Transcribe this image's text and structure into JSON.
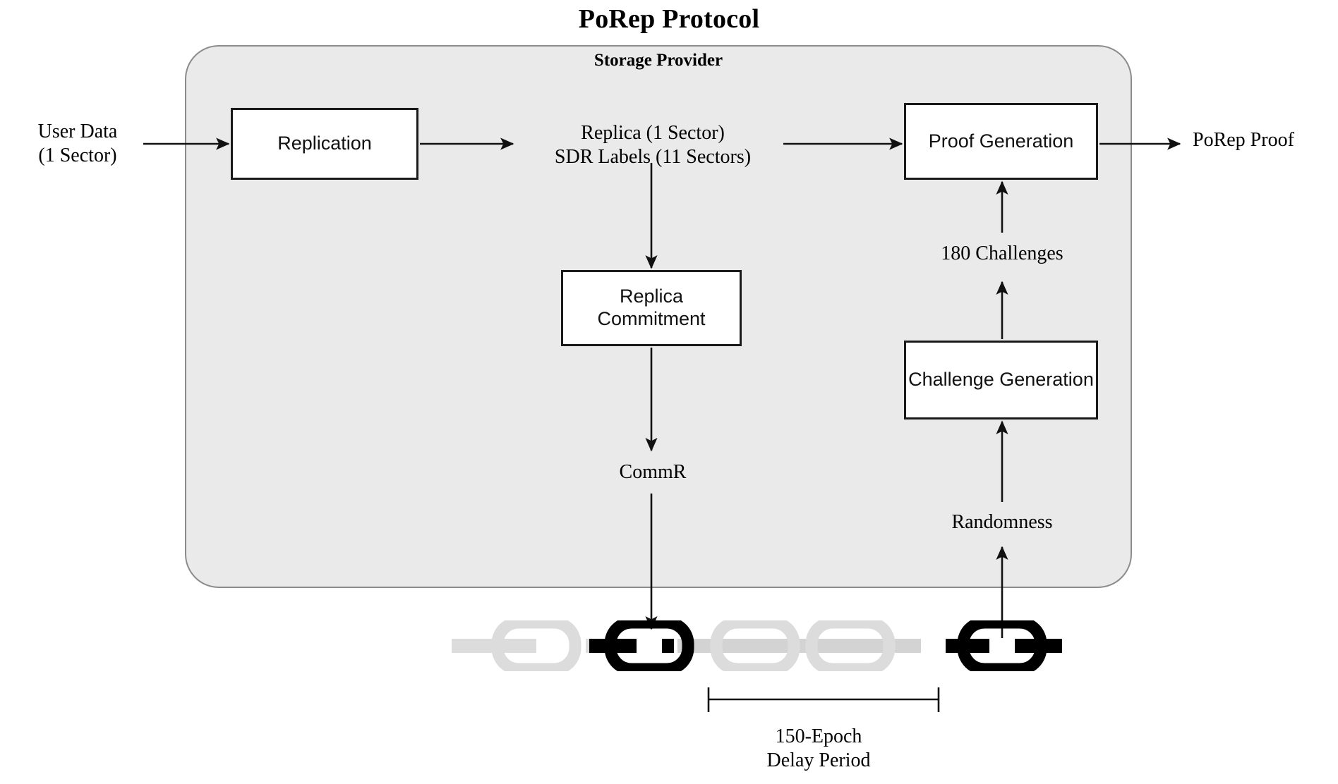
{
  "title": "PoRep Protocol",
  "container": {
    "label": "Storage Provider",
    "fill_color": "#eaeaea",
    "border_color": "#8c8c8c"
  },
  "boxes": [
    {
      "id": "replication",
      "label": "Replication"
    },
    {
      "id": "replica-commitment",
      "label": "Replica\nCommitment"
    },
    {
      "id": "proof-generation",
      "label": "Proof\nGeneration"
    },
    {
      "id": "challenge-generation",
      "label": "Challenge\nGeneration"
    }
  ],
  "labels": {
    "user_data": "User Data\n(1 Sector)",
    "replica": "Replica (1 Sector)\nSDR Labels (11 Sectors)",
    "commr": "CommR",
    "challenges": "180 Challenges",
    "randomness": "Randomness",
    "porep_proof": "PoRep Proof",
    "delay_period": "150-Epoch\nDelay Period"
  },
  "chain": {
    "link_count": 5,
    "active_link_indexes": [
      1,
      4
    ],
    "active_color": "#000000",
    "inactive_color": "#dcdcdc"
  },
  "colors": {
    "stroke": "#111111",
    "box_fill": "#ffffff",
    "page_bg": "#ffffff"
  }
}
